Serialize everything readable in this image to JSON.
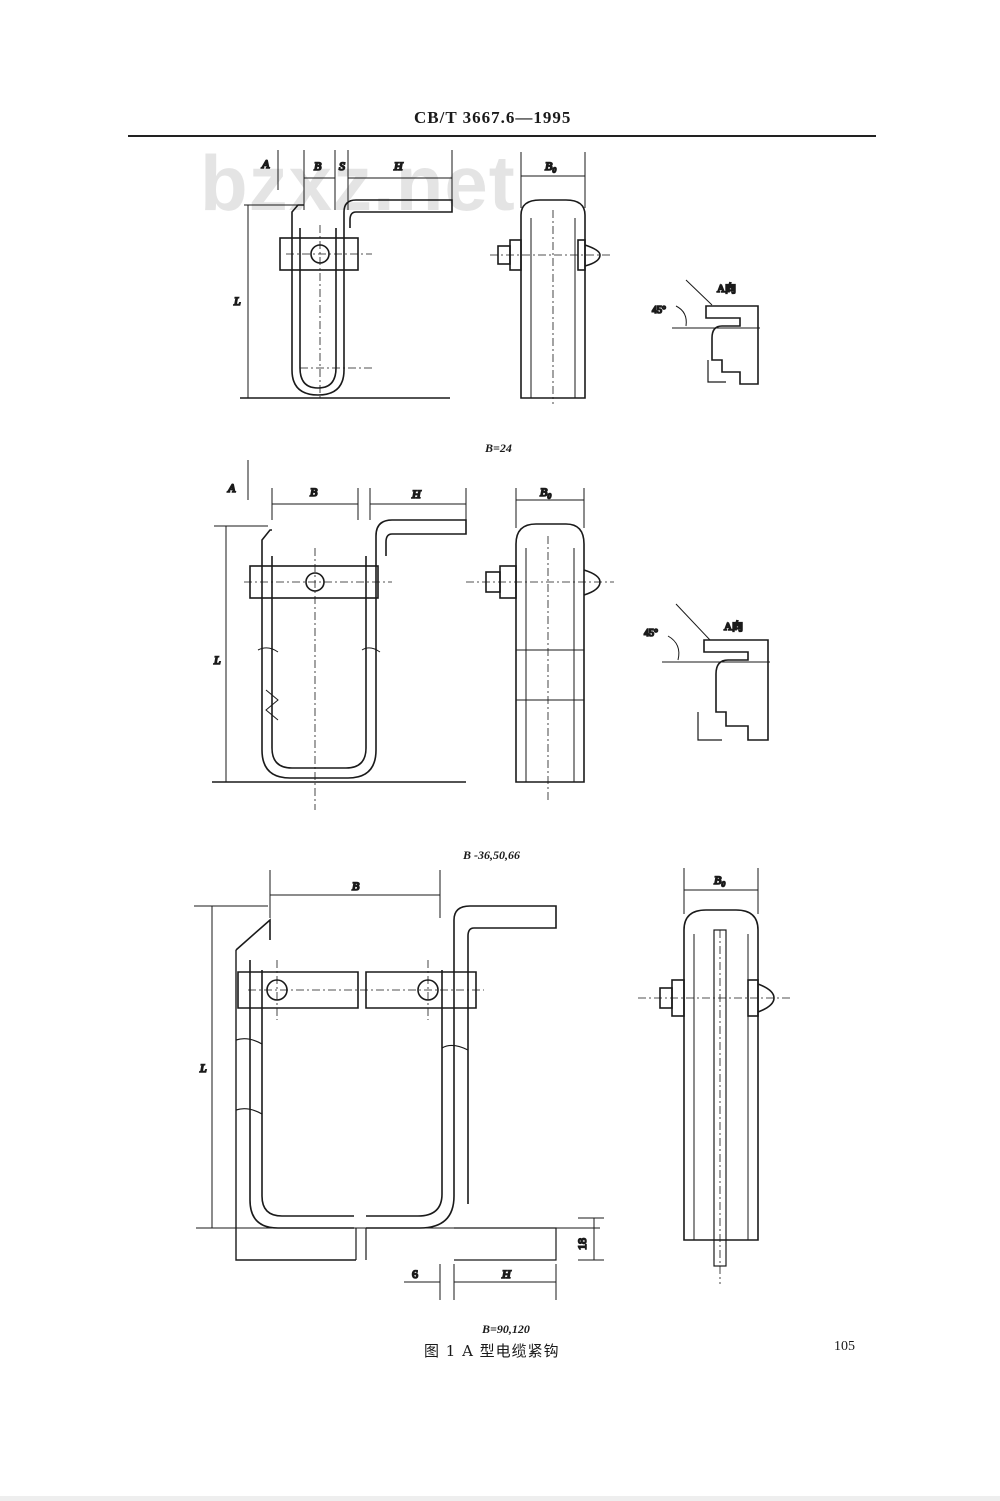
{
  "header": {
    "code": "CB/T 3667.6—1995"
  },
  "watermark": "bzxz.net",
  "figure1": {
    "labels": {
      "A": "A",
      "B": "B",
      "s": "S",
      "H": "H",
      "B0": "B₀",
      "L": "L",
      "angle": "45°",
      "view": "A向"
    },
    "caption": "B=24"
  },
  "figure2": {
    "labels": {
      "A": "A",
      "B": "B",
      "H": "H",
      "B0": "B₀",
      "L": "L",
      "angle": "45°",
      "view": "A向"
    },
    "caption": "B -36,50,66"
  },
  "figure3": {
    "labels": {
      "B": "B",
      "B0": "B₀",
      "L": "L",
      "H": "H",
      "six": "6",
      "eighteen": "18"
    },
    "caption": "B=90,120"
  },
  "figure_title": "图 1   A 型电缆紧钩",
  "page_number": "105"
}
